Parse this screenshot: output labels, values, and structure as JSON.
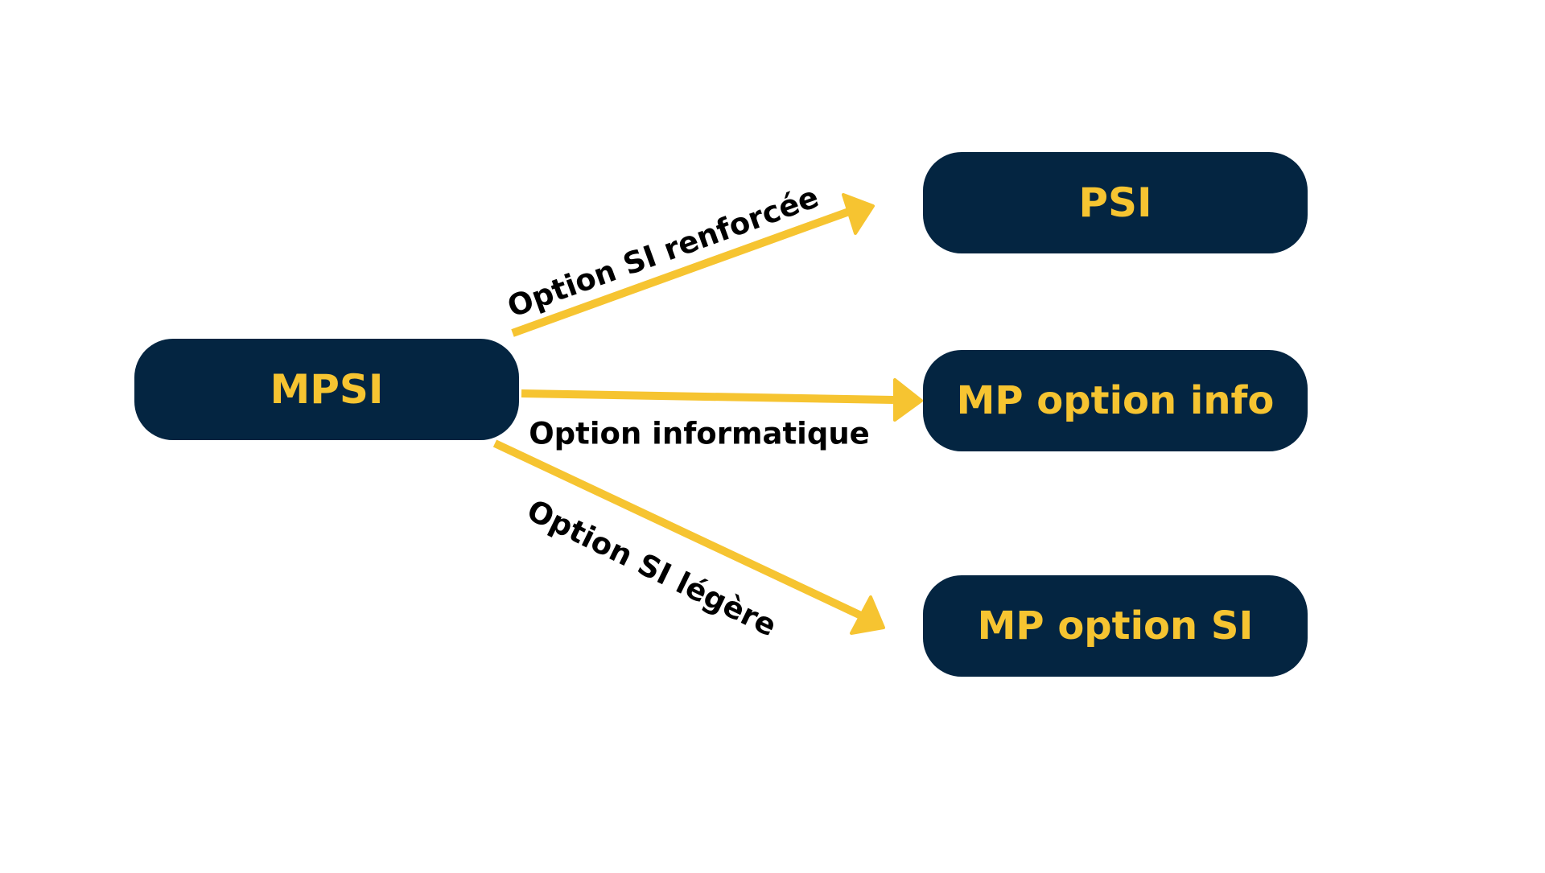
{
  "colors": {
    "background": "#ffffff",
    "node_fill": "#042541",
    "node_text": "#f6c431",
    "arrow": "#f6c431",
    "edge_label": "#000000"
  },
  "nodes": {
    "mpsi": {
      "label": "MPSI"
    },
    "psi": {
      "label": "PSI"
    },
    "mp_info": {
      "label": "MP option info"
    },
    "mp_si": {
      "label": "MP option SI"
    }
  },
  "edges": {
    "to_psi": {
      "from": "MPSI",
      "to": "PSI",
      "label": "Option SI renforcée"
    },
    "to_mp_info": {
      "from": "MPSI",
      "to": "MP option info",
      "label": "Option informatique"
    },
    "to_mp_si": {
      "from": "MPSI",
      "to": "MP option SI",
      "label": "Option SI légère"
    }
  }
}
